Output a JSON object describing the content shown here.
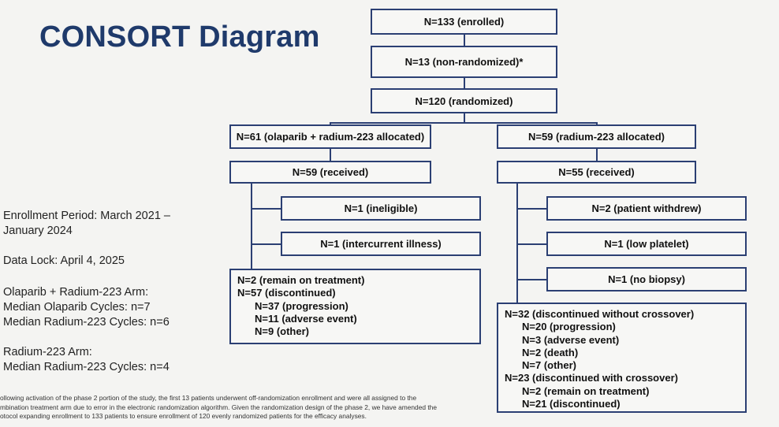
{
  "title": "CONSORT Diagram",
  "top": {
    "enrolled": "N=133 (enrolled)",
    "non_randomized": "N=13 (non-randomized)*",
    "randomized": "N=120 (randomized)"
  },
  "left_arm": {
    "allocated": "N=61 (olaparib + radium-223 allocated)",
    "received": "N=59 (received)",
    "excluded": [
      "N=1 (ineligible)",
      "N=1 (intercurrent illness)"
    ],
    "outcome_lines": [
      {
        "text": "N=2 (remain on treatment)",
        "indent": false
      },
      {
        "text": "N=57 (discontinued)",
        "indent": false
      },
      {
        "text": "N=37 (progression)",
        "indent": true
      },
      {
        "text": "N=11 (adverse event)",
        "indent": true
      },
      {
        "text": "N=9 (other)",
        "indent": true
      }
    ]
  },
  "right_arm": {
    "allocated": "N=59 (radium-223 allocated)",
    "received": "N=55 (received)",
    "excluded": [
      "N=2 (patient withdrew)",
      "N=1 (low platelet)",
      "N=1 (no biopsy)"
    ],
    "outcome_lines": [
      {
        "text": "N=32 (discontinued without crossover)",
        "indent": false
      },
      {
        "text": "N=20 (progression)",
        "indent": true
      },
      {
        "text": "N=3 (adverse event)",
        "indent": true
      },
      {
        "text": "N=2 (death)",
        "indent": true
      },
      {
        "text": "N=7 (other)",
        "indent": true
      },
      {
        "text": "N=23 (discontinued with crossover)",
        "indent": false
      },
      {
        "text": "N=2 (remain on treatment)",
        "indent": true
      },
      {
        "text": "N=21 (discontinued)",
        "indent": true
      }
    ]
  },
  "sidebar": {
    "enrollment_1": "Enrollment Period: March 2021 –",
    "enrollment_2": "January 2024",
    "data_lock": "Data Lock: April 4, 2025",
    "arm1_title": "Olaparib + Radium-223 Arm:",
    "arm1_olaparib": "Median Olaparib Cycles: n=7",
    "arm1_radium": "Median Radium-223 Cycles: n=6",
    "arm2_title": "Radium-223 Arm:",
    "arm2_radium": "Median Radium-223 Cycles: n=4"
  },
  "footnote": {
    "line1": "ollowing activation of the phase 2 portion of the study, the  first 13 patients underwent off-randomization enrollment and were all assigned to the",
    "line2": "mbination treatment arm due to error in the electronic randomization algorithm. Given the randomization design of the phase 2, we have amended the",
    "line3": "otocol expanding enrollment to 133 patients to ensure enrollment of 120 evenly randomized patients for the efficacy analyses."
  }
}
